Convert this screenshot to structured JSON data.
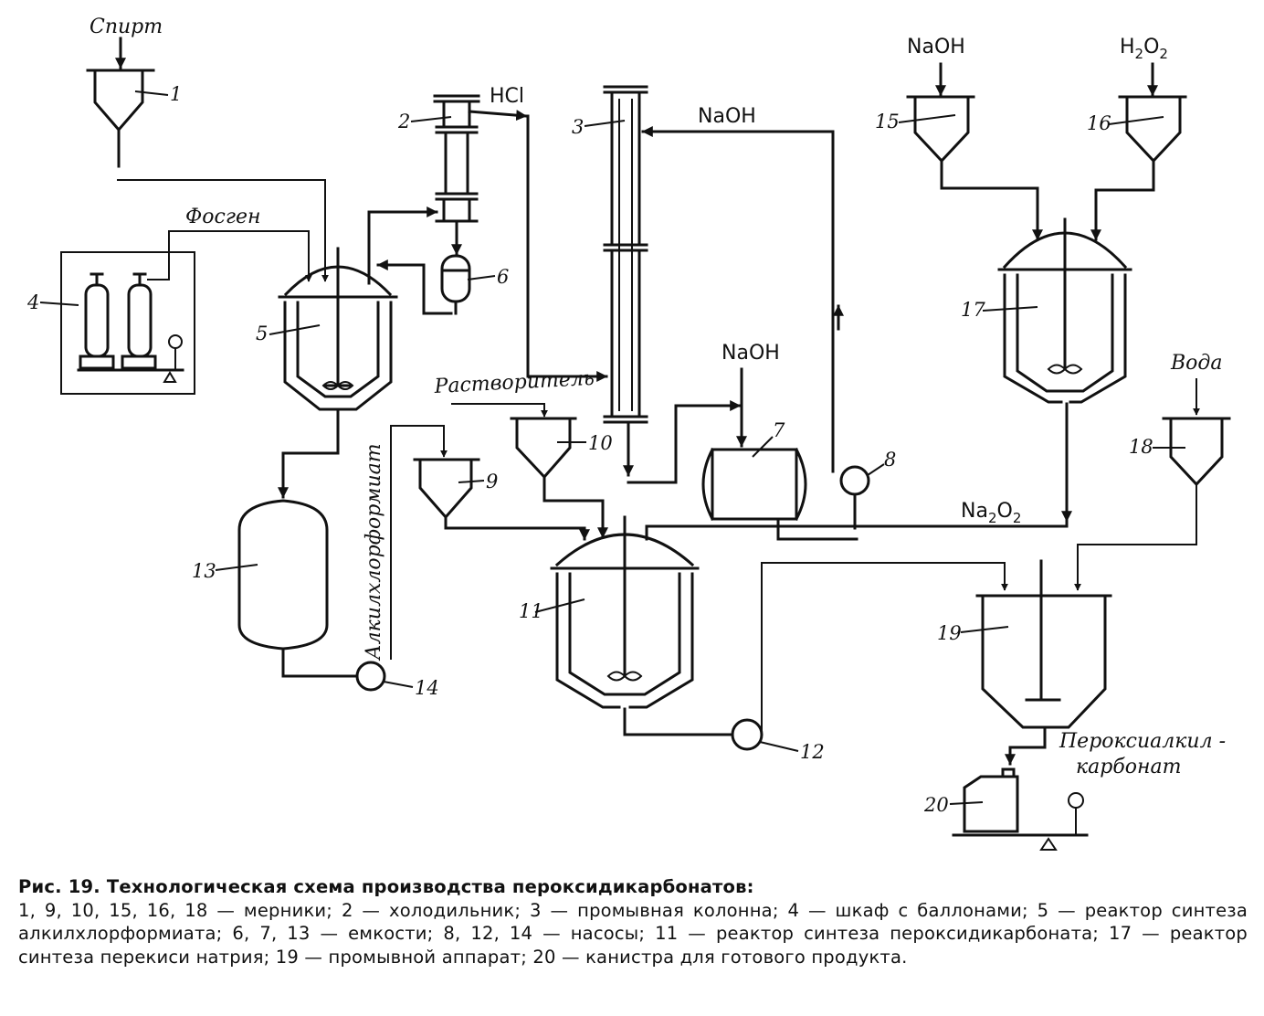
{
  "labels": {
    "spirt": "Спирт",
    "fosgen": "Фосген",
    "rastvoritel": "Растворитель",
    "alkilchlorformiat": "Алкилхлорформиат",
    "voda": "Вода",
    "product_line1": "Пероксиалкил -",
    "product_line2": "карбонат"
  },
  "chem": {
    "hcl": "HCl",
    "naoh_col": "NaOH",
    "naoh_7": "NaOH",
    "naoh_15": "NaOH",
    "h2o2_h": "H",
    "h2o2_2a": "2",
    "h2o2_o": "O",
    "h2o2_2b": "2",
    "na2o2_na": "Na",
    "na2o2_2a": "2",
    "na2o2_o": "O",
    "na2o2_2b": "2"
  },
  "numbers": {
    "n1": "1",
    "n2": "2",
    "n3": "3",
    "n4": "4",
    "n5": "5",
    "n6": "6",
    "n7": "7",
    "n8": "8",
    "n9": "9",
    "n10": "10",
    "n11": "11",
    "n12": "12",
    "n13": "13",
    "n14": "14",
    "n15": "15",
    "n16": "16",
    "n17": "17",
    "n18": "18",
    "n19": "19",
    "n20": "20"
  },
  "caption": {
    "title": "Рис. 19. Технологическая схема производства пероксидикарбонатов:",
    "body": "1, 9, 10, 15, 16, 18 — мерники; 2 — холодильник; 3 — промывная колонна; 4 — шкаф с баллонами; 5 — реактор синтеза алкилхлорформиата; 6, 7, 13 — емкости; 8, 12, 14 — насосы; 11 — реактор синтеза пероксидикарбоната; 17 — реактор синтеза перекиси натрия; 19 — промывной аппарат; 20 — канистра для готового продукта."
  }
}
